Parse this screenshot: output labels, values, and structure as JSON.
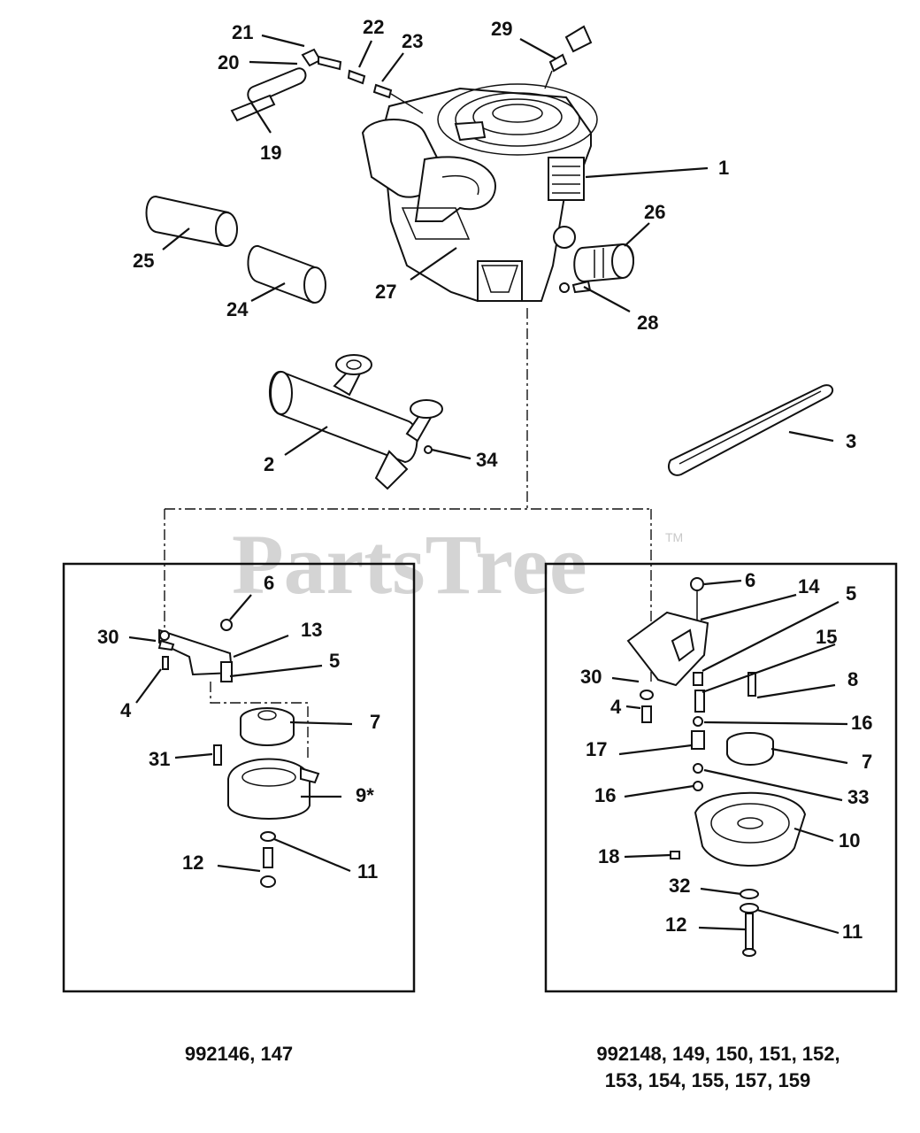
{
  "watermark": {
    "text": "PartsTree",
    "trademark": "TM"
  },
  "labels": {
    "l1": "1",
    "l2": "2",
    "l3": "3",
    "l19": "19",
    "l20": "20",
    "l21": "21",
    "l22": "22",
    "l23": "23",
    "l24": "24",
    "l25": "25",
    "l26": "26",
    "l27": "27",
    "l28": "28",
    "l29": "29",
    "l34": "34"
  },
  "left_box": {
    "labels": {
      "l6": "6",
      "l13": "13",
      "l30": "30",
      "l5": "5",
      "l4": "4",
      "l7": "7",
      "l31": "31",
      "l9": "9*",
      "l12": "12",
      "l11": "11"
    },
    "caption": "992146, 147"
  },
  "right_box": {
    "labels": {
      "l6": "6",
      "l14": "14",
      "l5": "5",
      "l15": "15",
      "l30": "30",
      "l8": "8",
      "l4": "4",
      "l16a": "16",
      "l17": "17",
      "l7": "7",
      "l16b": "16",
      "l33": "33",
      "l10": "10",
      "l18": "18",
      "l32": "32",
      "l12": "12",
      "l11": "11"
    },
    "caption_line1": "992148, 149, 150, 151, 152,",
    "caption_line2": "153, 154, 155, 157, 159"
  }
}
